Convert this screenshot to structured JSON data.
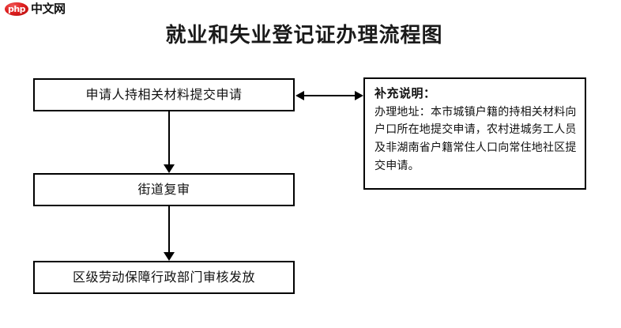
{
  "site": {
    "logo_badge_text": "php",
    "logo_text": "中文网",
    "logo_badge_color": "#df2020"
  },
  "page": {
    "title": "就业和失业登记证办理流程图",
    "background_color": "#ffffff",
    "line_color": "#000000"
  },
  "flowchart": {
    "boxes": [
      {
        "id": "apply",
        "label": "申请人持相关材料提交申请"
      },
      {
        "id": "review",
        "label": "街道复审"
      },
      {
        "id": "issue",
        "label": "区级劳动保障行政部门审核发放"
      }
    ],
    "connectors": [
      {
        "id": "apply-to-review",
        "type": "arrow-down",
        "from": "apply",
        "to": "review"
      },
      {
        "id": "review-to-issue",
        "type": "arrow-down",
        "from": "review",
        "to": "issue"
      },
      {
        "id": "apply-to-note",
        "type": "arrow-double-horizontal",
        "from": "apply",
        "to": "note"
      }
    ]
  },
  "note": {
    "title": "补充说明：",
    "body": "办理地址：本市城镇户籍的持相关材料向户口所在地提交申请，农村进城务工人员及非湖南省户籍常住人口向常住地社区提交申请。"
  }
}
